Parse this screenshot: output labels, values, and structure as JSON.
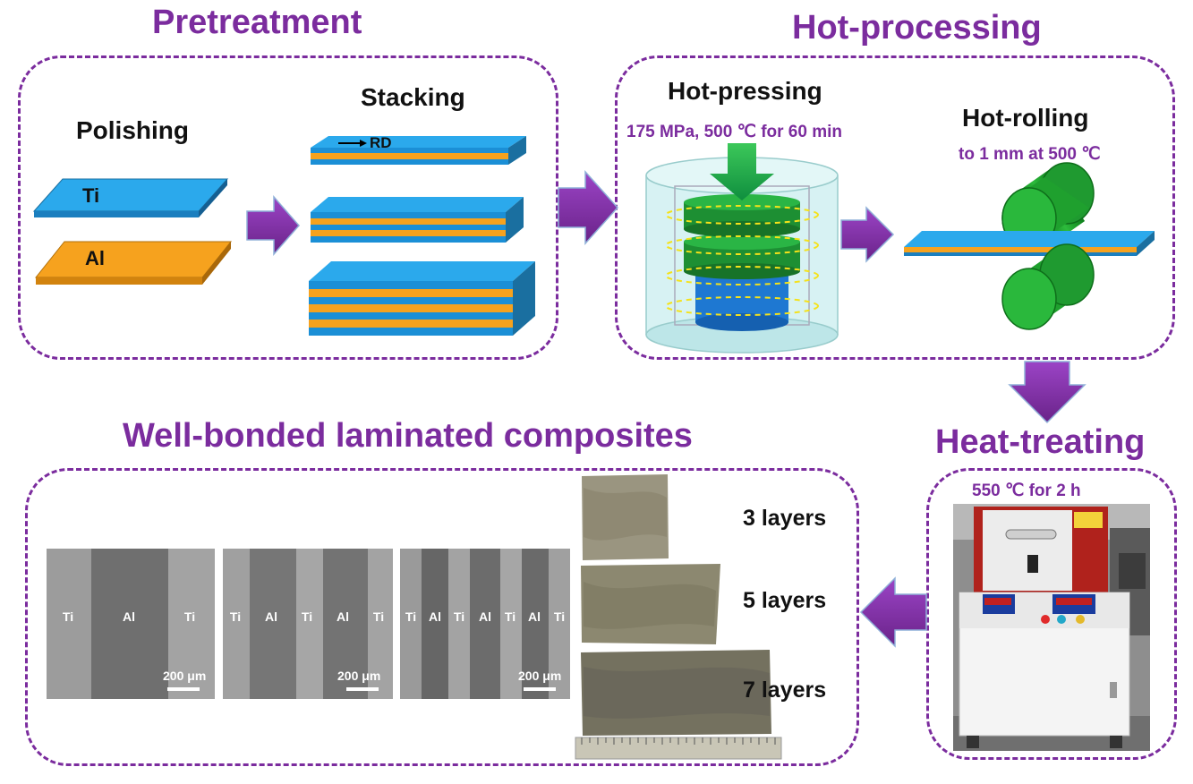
{
  "titles": {
    "pretreatment": "Pretreatment",
    "hot_processing": "Hot-processing",
    "heat_treating": "Heat-treating",
    "composites": "Well-bonded laminated composites"
  },
  "pretreatment": {
    "polishing": "Polishing",
    "stacking": "Stacking",
    "ti": "Ti",
    "al": "Al",
    "rd": "RD"
  },
  "hot_processing": {
    "hot_pressing": "Hot-pressing",
    "hot_pressing_cond": "175 MPa, 500 ℃ for 60 min",
    "hot_rolling": "Hot-rolling",
    "hot_rolling_cond": "to 1 mm at 500 ℃"
  },
  "heat_treating": {
    "cond": "550 ℃ for 2 h"
  },
  "composites": {
    "micrographs": [
      {
        "labels": [
          "Ti",
          "Al",
          "Ti"
        ],
        "scale": "200 μm"
      },
      {
        "labels": [
          "Ti",
          "Al",
          "Ti",
          "Al",
          "Ti"
        ],
        "scale": "200 μm"
      },
      {
        "labels": [
          "Ti",
          "Al",
          "Ti",
          "Al",
          "Ti",
          "Al",
          "Ti"
        ],
        "scale": "200 μm"
      }
    ],
    "samples": [
      "3 layers",
      "5 layers",
      "7 layers"
    ]
  },
  "colors": {
    "accent": "#7B2C9E",
    "ti": "#2BA9EC",
    "al": "#F6A21E",
    "roller": "#1FA02E"
  }
}
